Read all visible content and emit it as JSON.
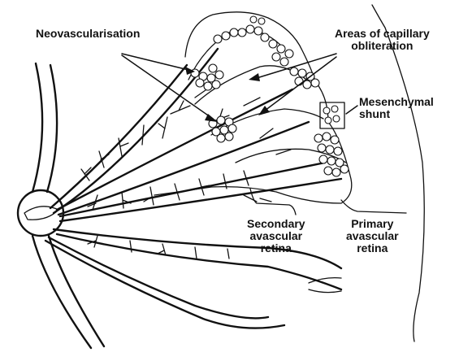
{
  "labels": {
    "neovascularisation": "Neovascularisation",
    "capillary_obliteration_line1": "Areas of capillary",
    "capillary_obliteration_line2": "obliteration",
    "mesenchymal_line1": "Mesenchymal",
    "mesenchymal_line2": "shunt",
    "secondary_line1": "Secondary",
    "secondary_line2": "avascular",
    "secondary_line3": "retina",
    "primary_line1": "Primary",
    "primary_line2": "avascular",
    "primary_line3": "retina"
  }
}
